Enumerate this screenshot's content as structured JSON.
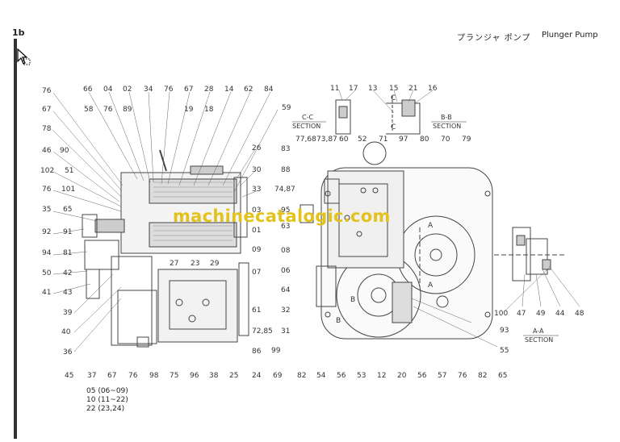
{
  "page_id": "1b",
  "title_jp": "プランジャ ポンプ",
  "title_en": "Plunger Pump",
  "watermark": "machinecatalogic.com",
  "sections": {
    "cc": "C-C",
    "bb": "B-B",
    "aa": "A-A",
    "word": "SECTION",
    "view_c": "C",
    "view_b": "B",
    "view_a": "A"
  },
  "callouts_left": [
    "76",
    "67",
    "78",
    "46",
    "90",
    "102",
    "51",
    "76",
    "101",
    "35",
    "65",
    "92",
    "91",
    "94",
    "81",
    "50",
    "42",
    "41",
    "43",
    "39",
    "40",
    "36"
  ],
  "callouts_top": [
    "66",
    "04",
    "02",
    "34",
    "76",
    "67",
    "28",
    "14",
    "62",
    "84",
    "58",
    "76",
    "89",
    "19",
    "18",
    "59"
  ],
  "callouts_mid": [
    "26",
    "83",
    "30",
    "88",
    "33",
    "74,87",
    "95",
    "63",
    "01",
    "09",
    "08",
    "07",
    "06",
    "64",
    "61",
    "32",
    "72,85",
    "31",
    "86",
    "99",
    "27",
    "23",
    "29",
    "03"
  ],
  "callouts_bottom": [
    "45",
    "37",
    "67",
    "76",
    "98",
    "75",
    "96",
    "38",
    "25",
    "24",
    "69",
    "82",
    "54",
    "56",
    "53",
    "12",
    "20",
    "56",
    "57",
    "76",
    "82",
    "65"
  ],
  "callouts_cc": [
    "11",
    "17",
    "13",
    "15",
    "21",
    "16"
  ],
  "callouts_right_top": [
    "77,68",
    "73,87",
    "60",
    "52",
    "71",
    "97",
    "80",
    "70",
    "79"
  ],
  "callouts_right": [
    "93",
    "55"
  ],
  "callouts_aa": [
    "100",
    "47",
    "49",
    "44",
    "48"
  ],
  "notes": [
    "05 (06~09)",
    "10 (11~22)",
    "22 (23,24)"
  ]
}
